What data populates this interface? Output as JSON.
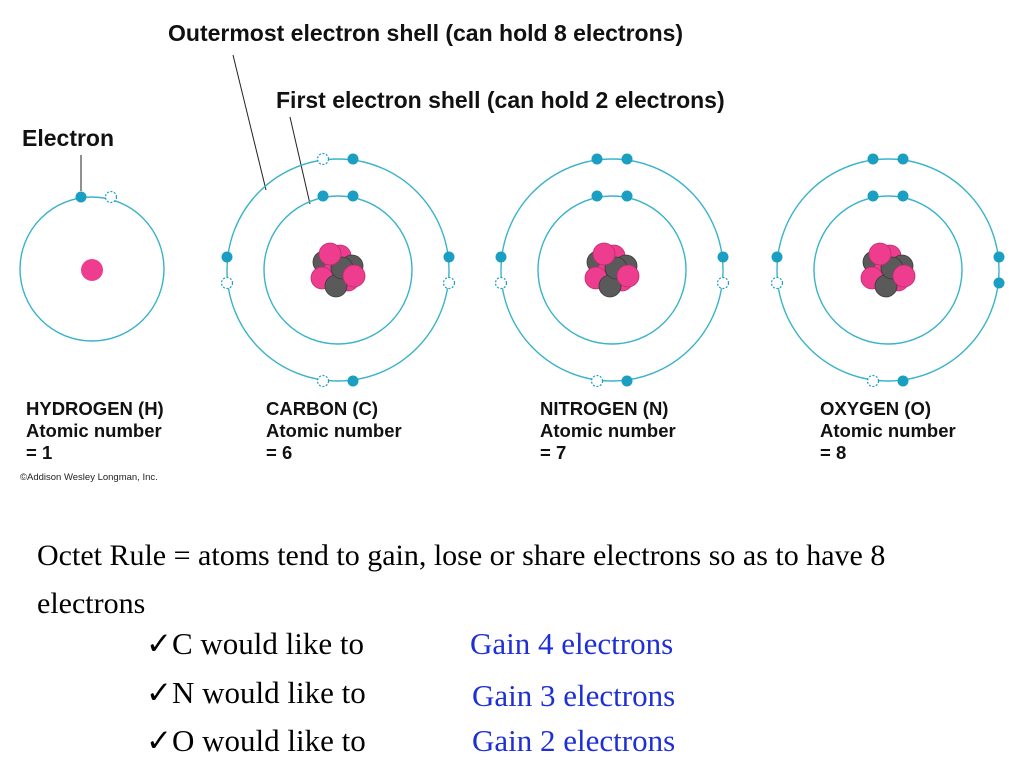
{
  "diagram": {
    "title_outer": "Outermost electron shell (can hold 8 electrons)",
    "title_first": "First electron shell (can hold 2 electrons)",
    "electron_label": "Electron",
    "copyright": "©Addison Wesley Longman, Inc.",
    "colors": {
      "shell": "#3ab3c9",
      "electron": "#1a9ec1",
      "proton": "#ee3d8e",
      "neutron": "#5a5a5a",
      "answer": "#1e2fd6"
    },
    "atoms": [
      {
        "name": "HYDROGEN (H)",
        "number_label": "Atomic number",
        "number": "= 1",
        "electrons": 1
      },
      {
        "name": "CARBON (C)",
        "number_label": "Atomic number",
        "number": "= 6",
        "electrons": 6
      },
      {
        "name": "NITROGEN (N)",
        "number_label": "Atomic number",
        "number": "= 7",
        "electrons": 7
      },
      {
        "name": "OXYGEN (O)",
        "number_label": "Atomic number",
        "number": "= 8",
        "electrons": 8
      }
    ]
  },
  "text": {
    "octet_rule": "Octet Rule = atoms tend to gain, lose or share electrons so as to have 8 electrons",
    "items": [
      {
        "check": "✓",
        "question": "C would like to",
        "answer": "Gain 4 electrons"
      },
      {
        "check": "✓",
        "question": "N would like to",
        "answer": "Gain 3 electrons"
      },
      {
        "check": "✓",
        "question": "O would like to",
        "answer": "Gain 2 electrons"
      }
    ]
  }
}
